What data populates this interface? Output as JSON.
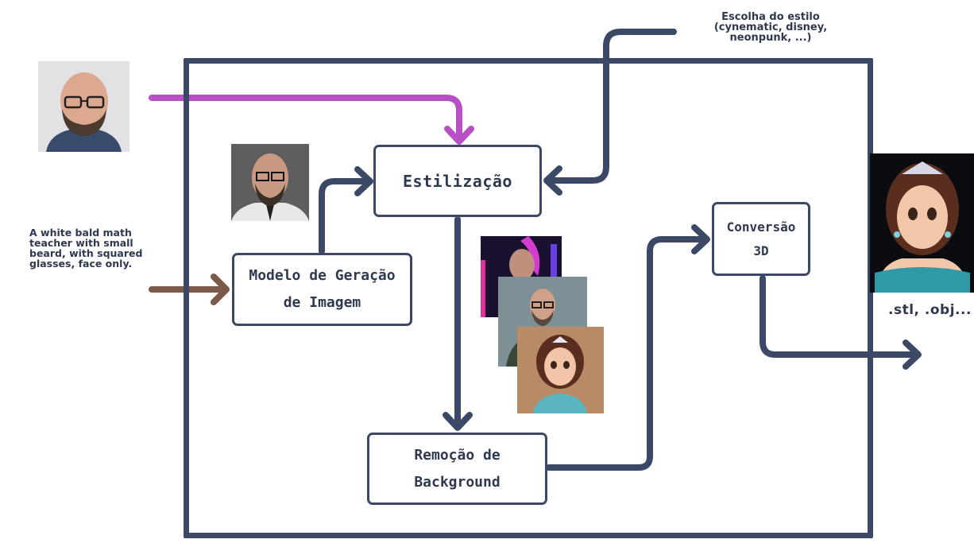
{
  "diagram": {
    "nodes": {
      "stylize": {
        "label": "Estilização"
      },
      "model": {
        "line1": "Modelo de Geração",
        "line2": "de Imagem"
      },
      "background_removal": {
        "line1": "Remoção de",
        "line2": "Background"
      },
      "conversion_3d": {
        "line1": "Conversão",
        "line2": "3D"
      }
    },
    "notes": {
      "style_choice": {
        "line1": "Escolha do estilo",
        "line2": "(cynematic, disney,",
        "line3": "neonpunk, ...)"
      },
      "prompt": {
        "line1": "A white bald math",
        "line2": "teacher with small",
        "line3": "beard, with squared",
        "line4": "glasses, face only."
      },
      "output_formats": ".stl, .obj..."
    },
    "colors": {
      "frame": "#3b4866",
      "photo_arrow": "#b84fc4",
      "prompt_arrow": "#7b5a48",
      "flow_arrow": "#3b4866"
    }
  }
}
